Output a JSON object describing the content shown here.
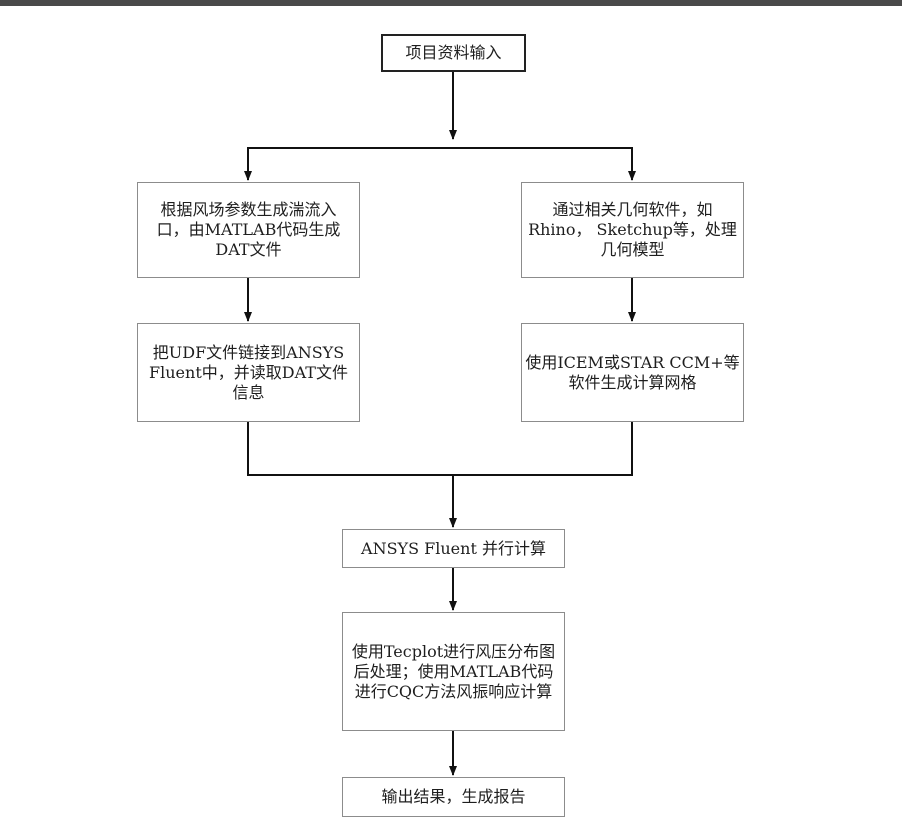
{
  "diagram": {
    "nodes": {
      "input": "项目资料输入",
      "turbulence": "根据风场参数生成湍流入\n口，由MATLAB代码生成\nDAT文件",
      "geometry": "通过相关几何软件，如\nRhino， Sketchup等，处理\n几何模型",
      "udf": "把UDF文件链接到ANSYS\nFluent中，并读取DAT文件\n信息",
      "mesh": "使用ICEM或STAR CCM+等\n软件生成计算网格",
      "fluent": "ANSYS Fluent 并行计算",
      "postprocess": "使用Tecplot进行风压分布图\n后处理；使用MATLAB代码\n进行CQC方法风振响应计算",
      "output": "输出结果，生成报告"
    }
  }
}
